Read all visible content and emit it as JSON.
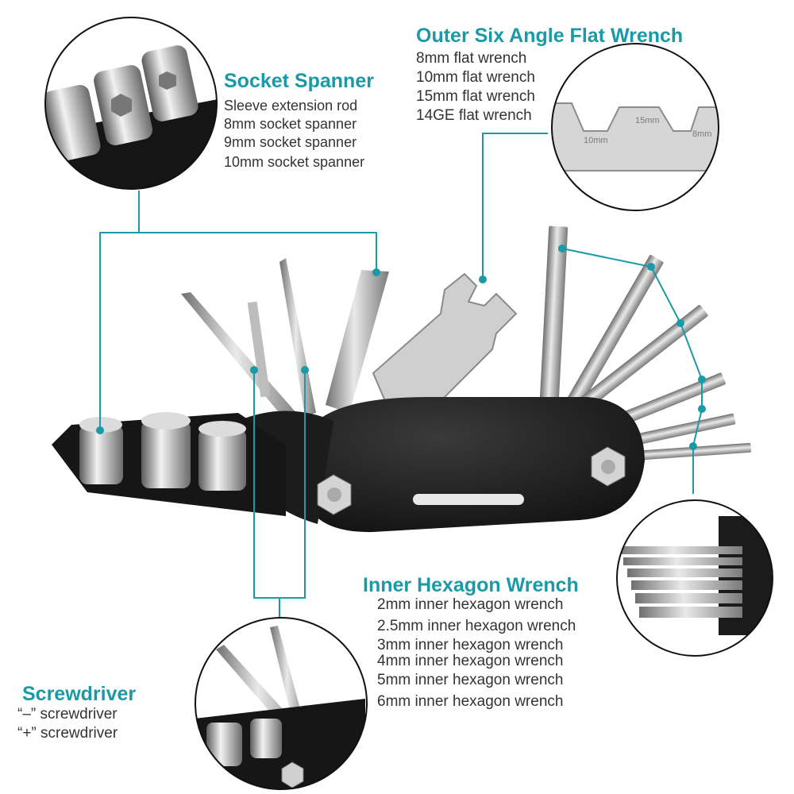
{
  "socket_spanner": {
    "title": "Socket Spanner",
    "items": [
      "Sleeve extension rod",
      "8mm socket spanner",
      "9mm socket spanner",
      "10mm socket spanner"
    ]
  },
  "flat_wrench": {
    "title": "Outer Six Angle Flat Wrench",
    "items": [
      "8mm flat wrench",
      "10mm flat wrench",
      "15mm flat wrench",
      "14GE flat wrench"
    ],
    "engravings": [
      "10mm",
      "15mm",
      "8mm"
    ]
  },
  "hex_wrench": {
    "title": "Inner Hexagon Wrench",
    "items": [
      "2mm inner hexagon wrench",
      "2.5mm inner hexagon wrench",
      "3mm inner hexagon wrench",
      "4mm inner hexagon wrench",
      "5mm inner hexagon wrench",
      "6mm inner hexagon wrench"
    ]
  },
  "screwdriver": {
    "title": "Screwdriver",
    "items": [
      "“–” screwdriver",
      "“+” screwdriver"
    ]
  },
  "colors": {
    "accent": "#1a9aa6",
    "text": "#333333"
  }
}
